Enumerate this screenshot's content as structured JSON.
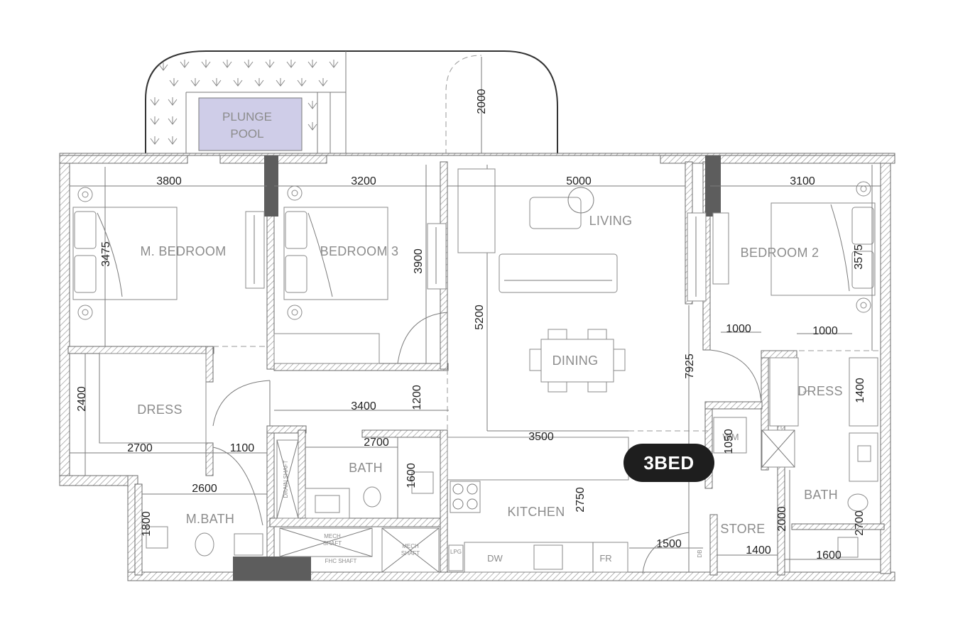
{
  "unit_type": "3BED",
  "rooms": {
    "plunge_pool_1": "PLUNGE",
    "plunge_pool_2": "POOL",
    "m_bedroom": "M. BEDROOM",
    "bedroom_3": "BEDROOM 3",
    "living": "LIVING",
    "bedroom_2": "BEDROOM 2",
    "dining": "DINING",
    "dress_left": "DRESS",
    "dress_right": "DRESS",
    "bath_center": "BATH",
    "bath_right": "BATH",
    "kitchen": "KITCHEN",
    "m_bath": "M.BATH",
    "store": "STORE"
  },
  "fixtures": {
    "wm": "WM",
    "dw": "DW",
    "fr": "FR",
    "lpg": "LPG",
    "db": "DB",
    "fhc_shaft": "FHC SHAFT",
    "mech_shaft_1": "MECH",
    "mech_shaft_2": "SHAFT",
    "mech_shaft_3": "MECH",
    "mech_shaft_4": "SHAFT",
    "drain_shaft": "DRAIN SHAFT"
  },
  "dimensions": {
    "pool_depth": "2000",
    "m_bedroom_width": "3800",
    "bedroom3_width": "3200",
    "living_width": "5000",
    "bedroom2_width": "3100",
    "m_bedroom_depth": "3475",
    "bedroom3_depth": "3900",
    "bedroom2_depth": "3575",
    "living_depth": "5200",
    "right_1000_a": "1000",
    "right_1000_b": "1000",
    "dining_depth": "7925",
    "dress_height": "2400",
    "corridor_width": "3400",
    "corridor_depth": "1200",
    "dress_depth_right": "1400",
    "dress_width": "2700",
    "dress_gap": "1100",
    "bath_width": "2700",
    "kitchen_width": "3500",
    "wm_depth": "1050",
    "m_bath_width": "2600",
    "bath_depth": "1600",
    "kitchen_depth": "2750",
    "m_bath_depth": "1800",
    "store_depth": "2000",
    "bath_right_depth": "2700",
    "entry_width": "1500",
    "store_width": "1400",
    "bath_right_width": "1600"
  },
  "colors": {
    "pool_fill": "#cfcde8",
    "badge_bg": "#1e1e1e",
    "column": "#5d5d5d"
  }
}
